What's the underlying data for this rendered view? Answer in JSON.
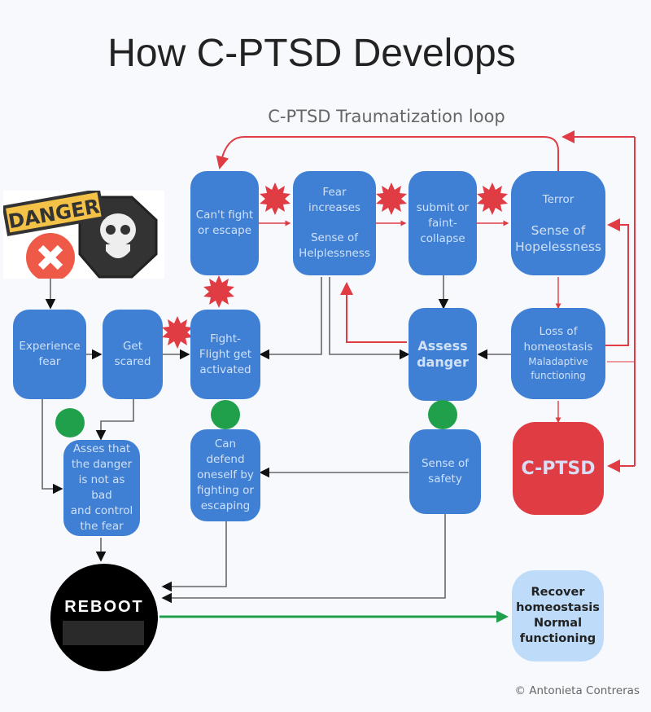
{
  "title": "How C-PTSD Develops",
  "subtitle": "C-PTSD Traumatization loop",
  "danger_image": {
    "sign_text": "DANGER",
    "icons": [
      "x-mark-icon",
      "skull-icon"
    ]
  },
  "nodes": {
    "experience_fear": [
      "Experience",
      "fear"
    ],
    "get_scared": [
      "Get",
      "scared"
    ],
    "fight_flight": [
      "Fight-",
      "Flight get",
      "activated"
    ],
    "cant_fight": [
      "Can't fight",
      "or escape"
    ],
    "fear_increases": {
      "top": [
        "Fear",
        "increases"
      ],
      "bottom": [
        "Sense of",
        "Helplessness"
      ]
    },
    "submit": [
      "submit or",
      "faint-",
      "collapse"
    ],
    "terror": {
      "top": "Terror",
      "bottom": [
        "Sense of",
        "Hopelessness"
      ]
    },
    "assess_danger": [
      "Assess",
      "danger"
    ],
    "loss_homeostasis": {
      "top": [
        "Loss of",
        "homeostasis"
      ],
      "bottom": [
        "Maladaptive",
        "functioning"
      ]
    },
    "asses_that": [
      "Asses that",
      "the danger",
      "is not as bad",
      "and control",
      "the fear"
    ],
    "can_defend": [
      "Can",
      "defend",
      "oneself by",
      "fighting or",
      "escaping"
    ],
    "sense_safety": [
      "Sense of",
      "safety"
    ],
    "cptsd": "C-PTSD",
    "recover": [
      "Recover",
      "homeostasis",
      "Normal",
      "functioning"
    ]
  },
  "reboot": {
    "label": "REBOOT"
  },
  "colors": {
    "node_blue": "#3f80d4",
    "alert_red": "#e03c44",
    "safe_green": "#21a04b",
    "recover_blue": "#bedcfa"
  },
  "credit": "© Antonieta Contreras"
}
